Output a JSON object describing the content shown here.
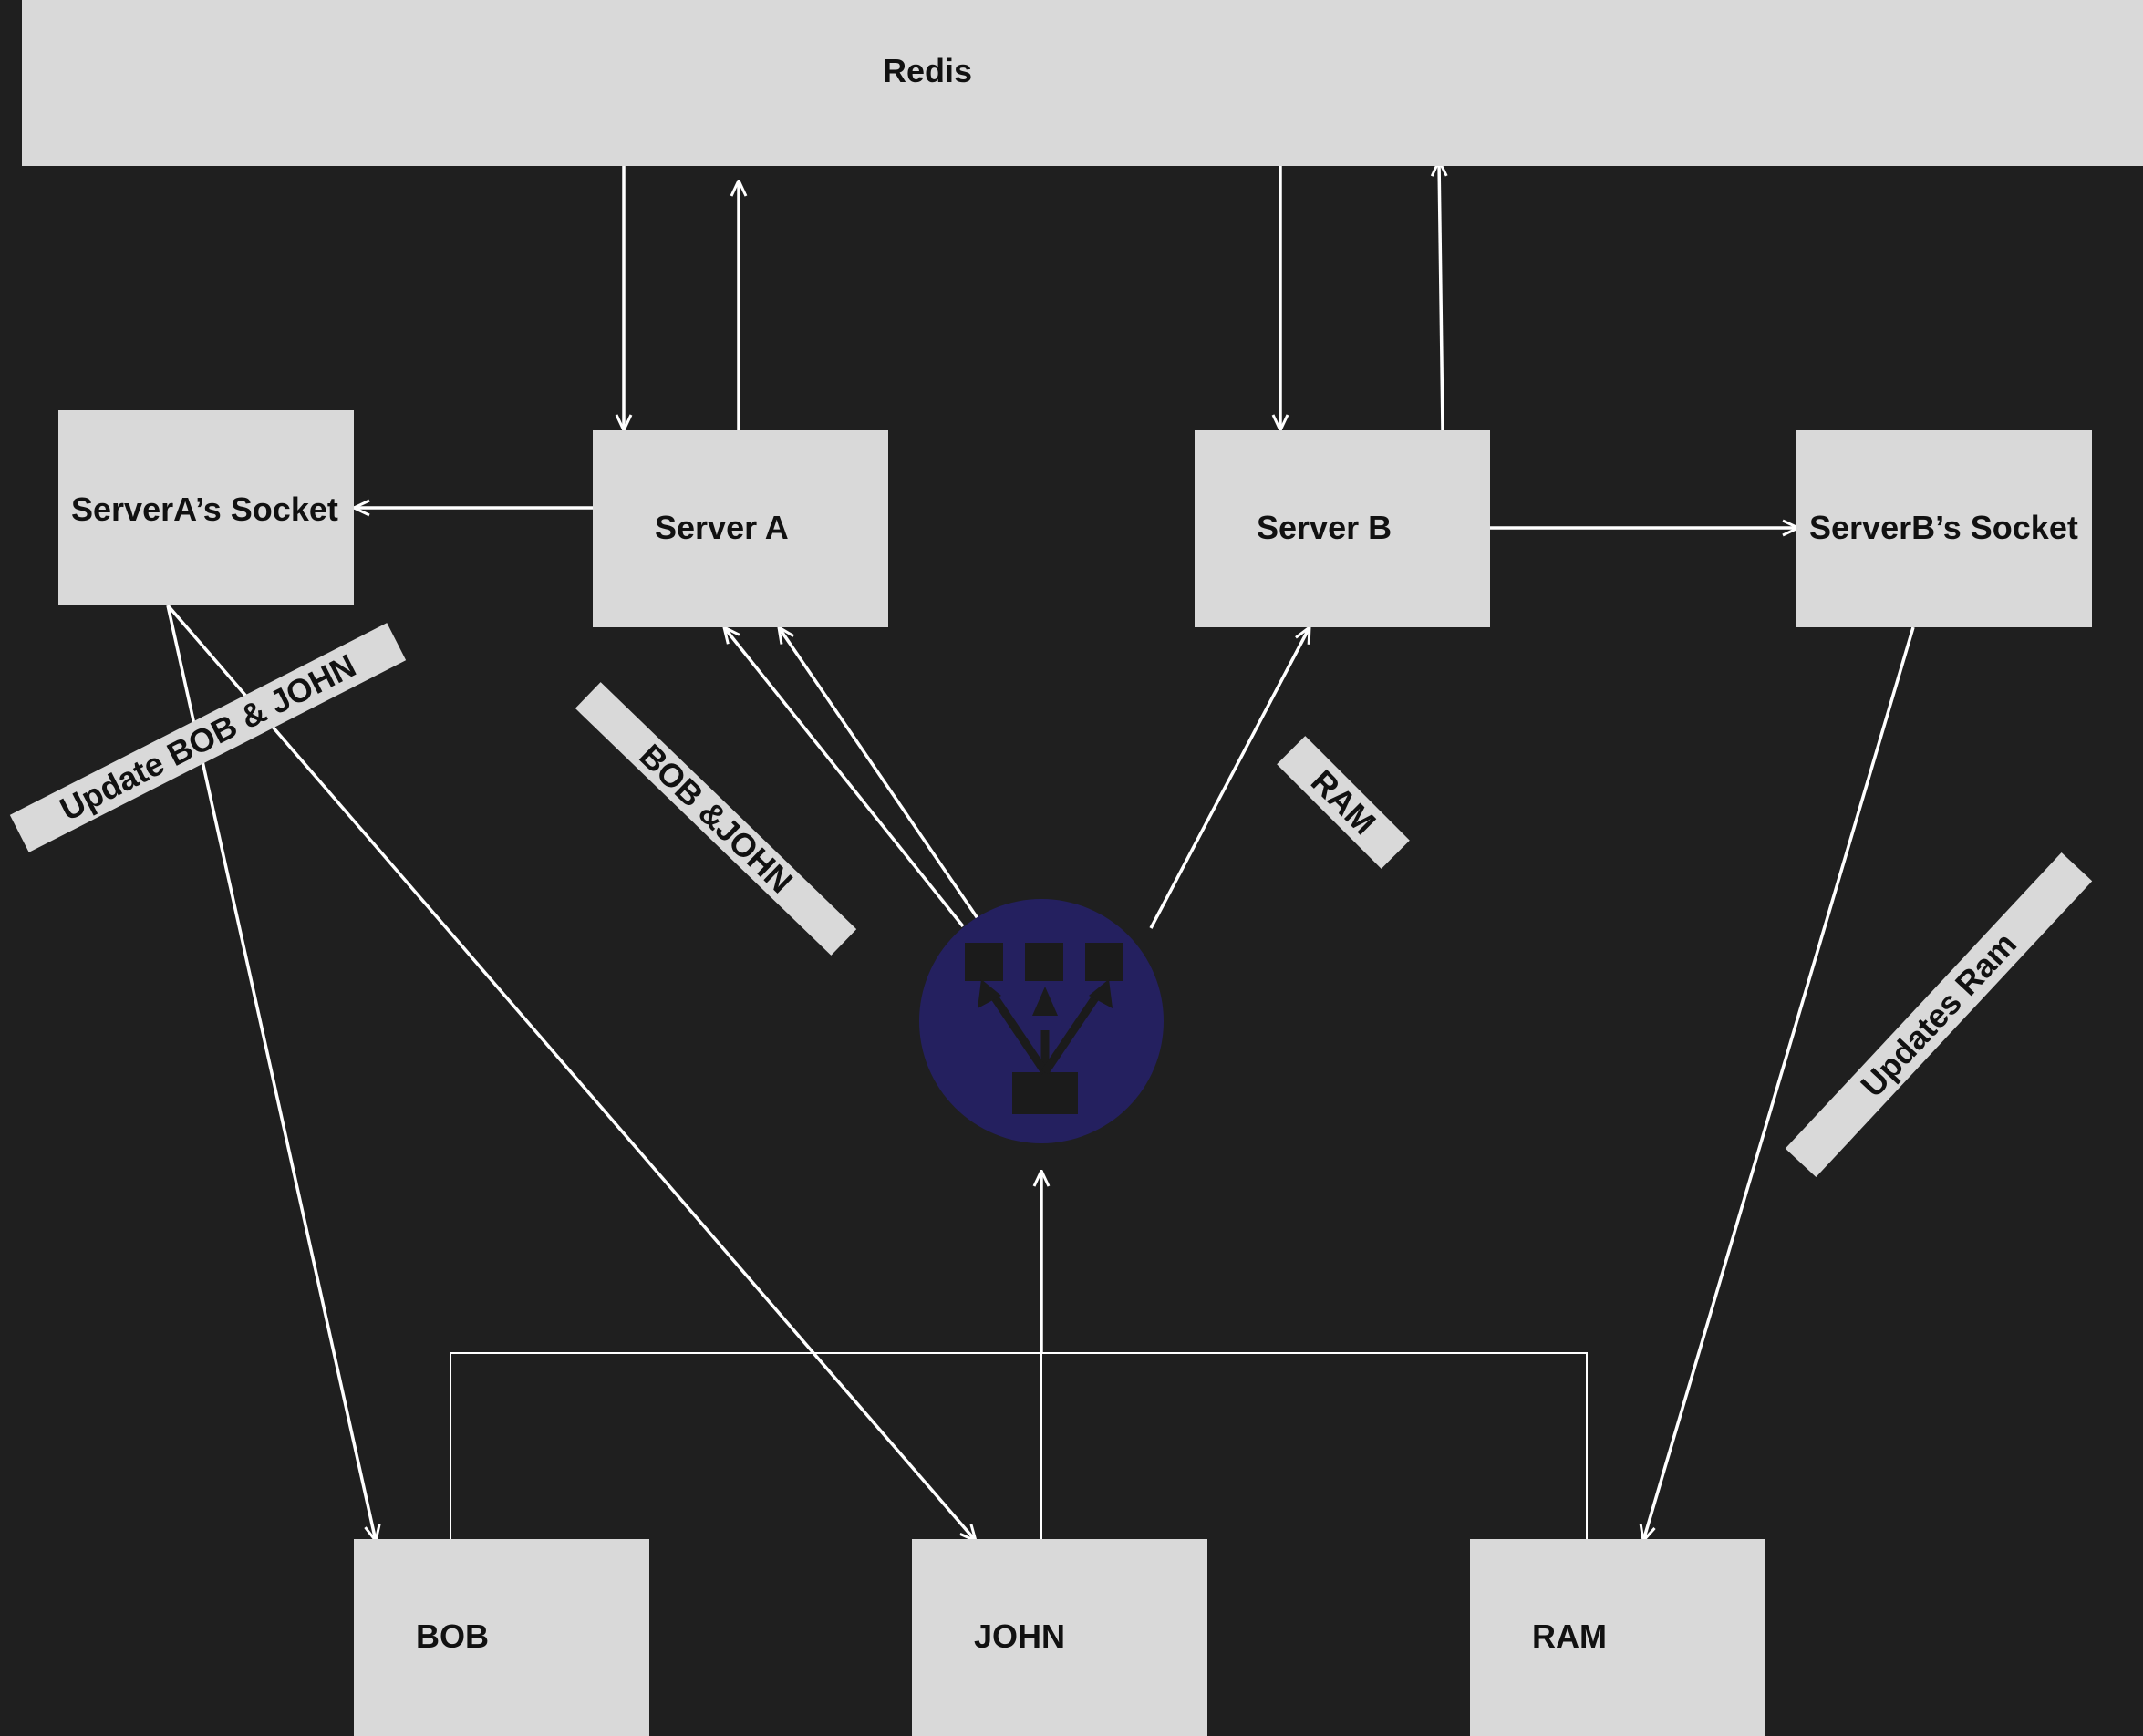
{
  "colors": {
    "background": "#1f1f1f",
    "box": "#d9d9d9",
    "text": "#111111",
    "wire": "#ffffff",
    "load_balancer_circle": "#24205f",
    "load_balancer_glyph": "#1b1b1b"
  },
  "nodes": {
    "redis": "Redis",
    "server_a": "Server A",
    "server_b": "Server B",
    "server_a_socket": "ServerA’s Socket",
    "server_b_socket": "ServerB’s Socket",
    "bob": "BOB",
    "john": "JOHN",
    "ram": "RAM"
  },
  "edge_labels": {
    "update_bob_john": "Update BOB & JOHN",
    "bob_john": "BOB &JOHN",
    "ram": "RAM",
    "updates_ram": "Updates Ram"
  },
  "icons": {
    "load_balancer": "load-balancer-icon"
  }
}
